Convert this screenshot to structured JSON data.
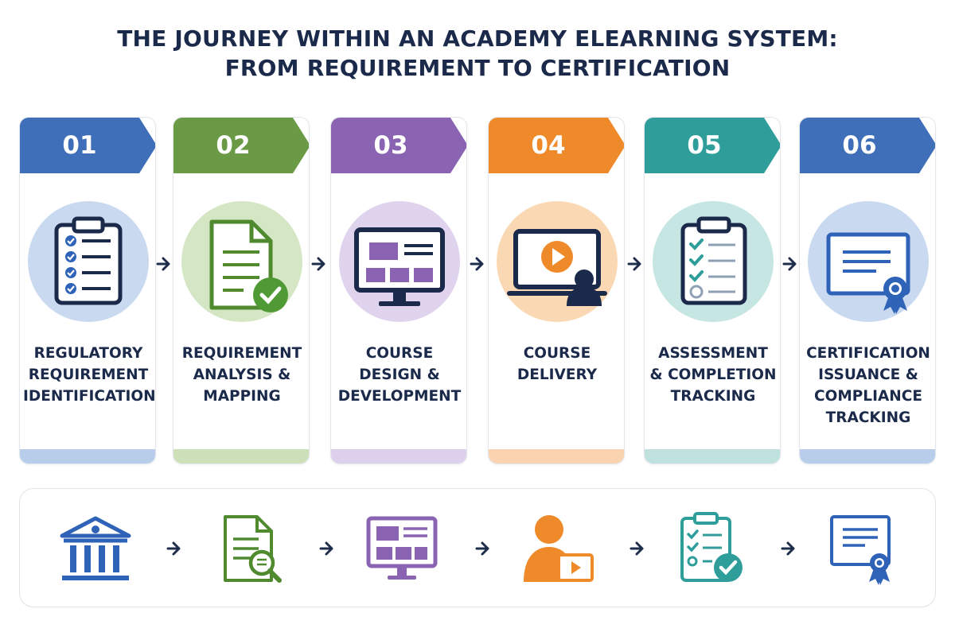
{
  "title": {
    "line1": "THE JOURNEY WITHIN AN ACADEMY ELEARNING SYSTEM:",
    "line2": "FROM REQUIREMENT TO CERTIFICATION"
  },
  "steps": [
    {
      "number": "01",
      "label_lines": [
        "REGULATORY",
        "REQUIREMENT",
        "IDENTIFICATION"
      ],
      "color": "#3f6fb8",
      "light": "#c9d9f0",
      "bottom": "#b8cdea",
      "icon": "clipboard-checklist-icon"
    },
    {
      "number": "02",
      "label_lines": [
        "REQUIREMENT",
        "ANALYSIS &",
        "MAPPING"
      ],
      "color": "#6a9a45",
      "light": "#d5e6c4",
      "bottom": "#cde0b9",
      "icon": "document-check-icon"
    },
    {
      "number": "03",
      "label_lines": [
        "COURSE",
        "DESIGN &",
        "DEVELOPMENT"
      ],
      "color": "#8a63b3",
      "light": "#e0d3ee",
      "bottom": "#dcd0ec",
      "icon": "monitor-layout-icon"
    },
    {
      "number": "04",
      "label_lines": [
        "COURSE",
        "DELIVERY"
      ],
      "color": "#ef8a2a",
      "light": "#fbd8b4",
      "bottom": "#fad4b0",
      "icon": "video-laptop-learner-icon"
    },
    {
      "number": "05",
      "label_lines": [
        "ASSESSMENT",
        "& COMPLETION",
        "TRACKING"
      ],
      "color": "#2f9e9b",
      "light": "#c5e6e3",
      "bottom": "#bfe2df",
      "icon": "clipboard-assessment-icon"
    },
    {
      "number": "06",
      "label_lines": [
        "CERTIFICATION",
        "ISSUANCE &",
        "COMPLIANCE",
        "TRACKING"
      ],
      "color": "#3f6fb8",
      "light": "#c9d9f0",
      "bottom": "#b8cdea",
      "icon": "certificate-ribbon-icon"
    }
  ],
  "summary_icons": [
    "institution-building-icon",
    "document-search-icon",
    "monitor-layout-icon",
    "learner-video-icon",
    "checklist-check-icon",
    "certificate-ribbon-icon"
  ],
  "colors": {
    "navy": "#1b2a4a",
    "arrow": "#1f2d4d"
  }
}
